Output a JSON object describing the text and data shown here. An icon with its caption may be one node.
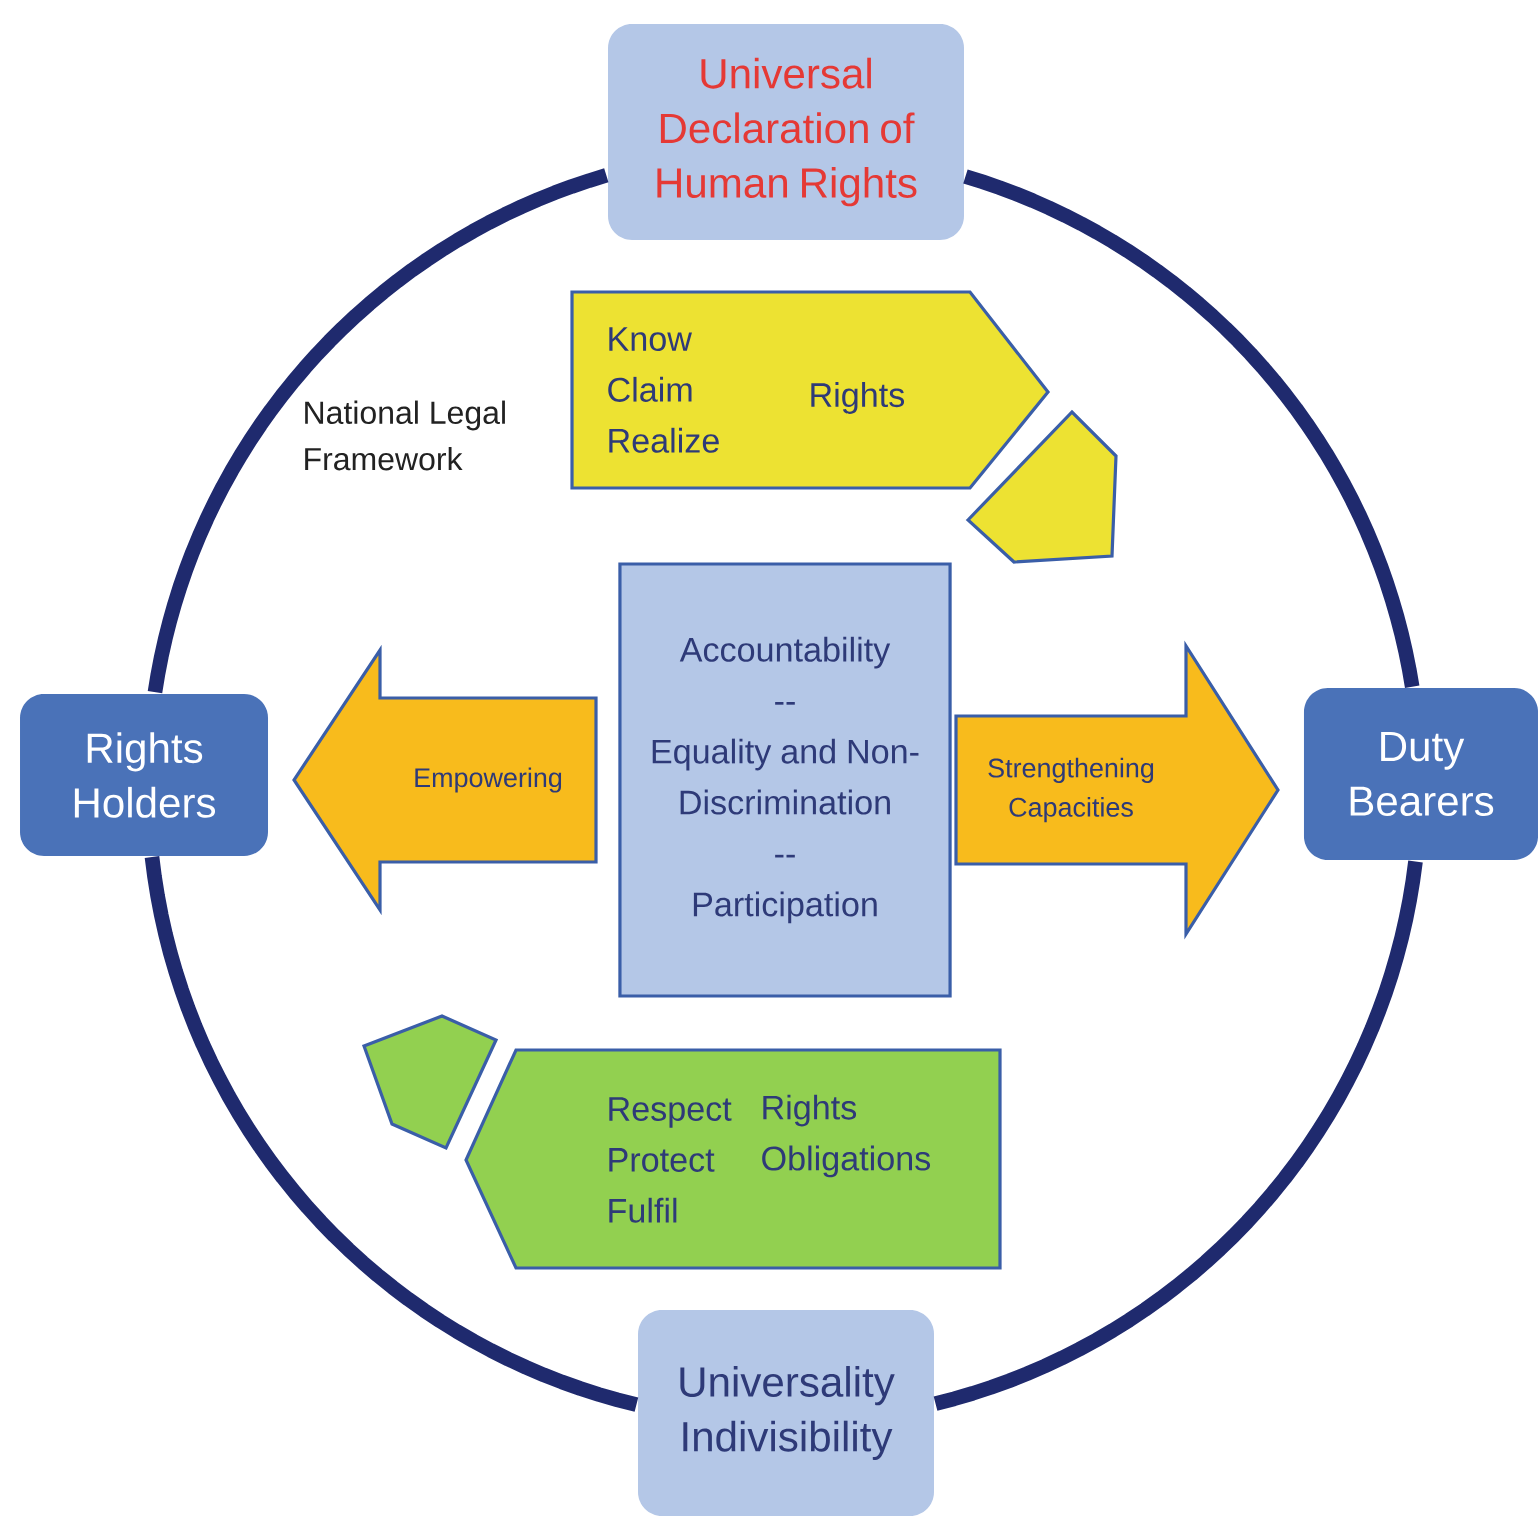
{
  "diagram": {
    "nodes": [
      {
        "text": [
          "Universal Declaration of Human Rights"
        ]
      },
      {
        "text": [
          "Rights Holders"
        ]
      },
      {
        "text": [
          "Duty Bearers"
        ]
      },
      {
        "text": [
          "Universality Indivisibility"
        ]
      },
      {
        "text": [
          "Accountability",
          "--",
          "Equality and Non-Discrimination",
          "--",
          "Participation"
        ]
      },
      {
        "text": [
          "Know Claim Realize",
          "Rights"
        ]
      },
      {
        "text": [],
        "shape": "pentagon"
      },
      {
        "text": [],
        "shape": "pentagon"
      },
      {
        "text": [
          "Respect Protect Fulfil",
          "Rights Obligations"
        ]
      }
    ],
    "edges": [
      {
        "from": 0,
        "to": 2,
        "arrow": "none"
      },
      {
        "from": 2,
        "to": 3,
        "arrow": "none"
      },
      {
        "from": 3,
        "to": 1,
        "arrow": "none"
      },
      {
        "from": 1,
        "to": 0,
        "arrow": "none"
      },
      {
        "from": 4,
        "to": 1,
        "arrow": "to",
        "label": "Empowering"
      },
      {
        "from": 4,
        "to": 2,
        "arrow": "to",
        "label": "Strengthening Capacities"
      }
    ],
    "labels": [
      "National Legal Framework"
    ]
  }
}
